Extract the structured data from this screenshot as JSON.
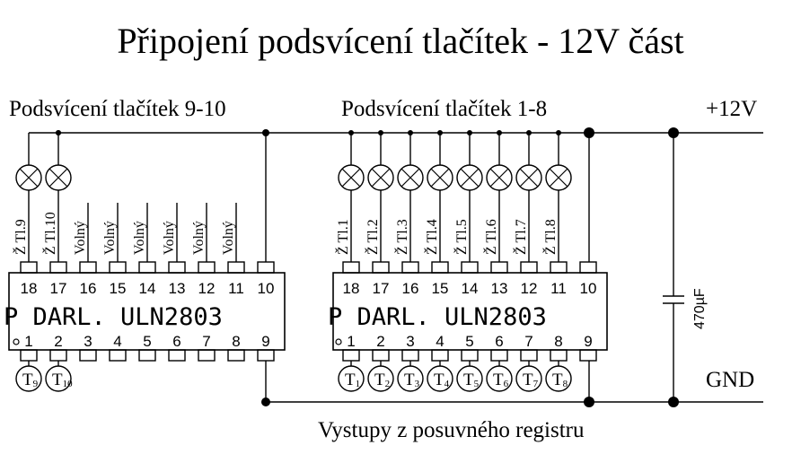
{
  "title": "Připojení podsvícení tlačítek - 12V část",
  "labels": {
    "group_left": "Podsvícení tlačítek 9-10",
    "group_right": "Podsvícení tlačítek 1-8",
    "supply": "+12V",
    "ground": "GND",
    "bottom_caption": "Vystupy z posuvného registru"
  },
  "capacitor": {
    "value": "470µF"
  },
  "chips": [
    {
      "part": "DARL.  ULN2803",
      "part_prefix": "P",
      "top_pins": [
        "18",
        "17",
        "16",
        "15",
        "14",
        "13",
        "12",
        "11",
        "10"
      ],
      "bottom_pins": [
        "1",
        "2",
        "3",
        "4",
        "5",
        "6",
        "7",
        "8",
        "9"
      ],
      "outputs": [
        "Ž Tl.9",
        "Ž Tl.10",
        "Volný",
        "Volný",
        "Volný",
        "Volný",
        "Volný",
        "Volný"
      ],
      "lamps": 2,
      "inputs": [
        {
          "main": "T",
          "sub": "9"
        },
        {
          "main": "T",
          "sub": "10"
        }
      ]
    },
    {
      "part": "DARL.  ULN2803",
      "part_prefix": "P",
      "top_pins": [
        "18",
        "17",
        "16",
        "15",
        "14",
        "13",
        "12",
        "11",
        "10"
      ],
      "bottom_pins": [
        "1",
        "2",
        "3",
        "4",
        "5",
        "6",
        "7",
        "8",
        "9"
      ],
      "outputs": [
        "Ž Tl.1",
        "Ž Tl.2",
        "Ž Tl.3",
        "Ž Tl.4",
        "Ž Tl.5",
        "Ž Tl.6",
        "Ž Tl.7",
        "Ž Tl.8"
      ],
      "lamps": 8,
      "inputs": [
        {
          "main": "T",
          "sub": "1"
        },
        {
          "main": "T",
          "sub": "2"
        },
        {
          "main": "T",
          "sub": "3"
        },
        {
          "main": "T",
          "sub": "4"
        },
        {
          "main": "T",
          "sub": "5"
        },
        {
          "main": "T",
          "sub": "6"
        },
        {
          "main": "T",
          "sub": "7"
        },
        {
          "main": "T",
          "sub": "8"
        }
      ]
    }
  ]
}
